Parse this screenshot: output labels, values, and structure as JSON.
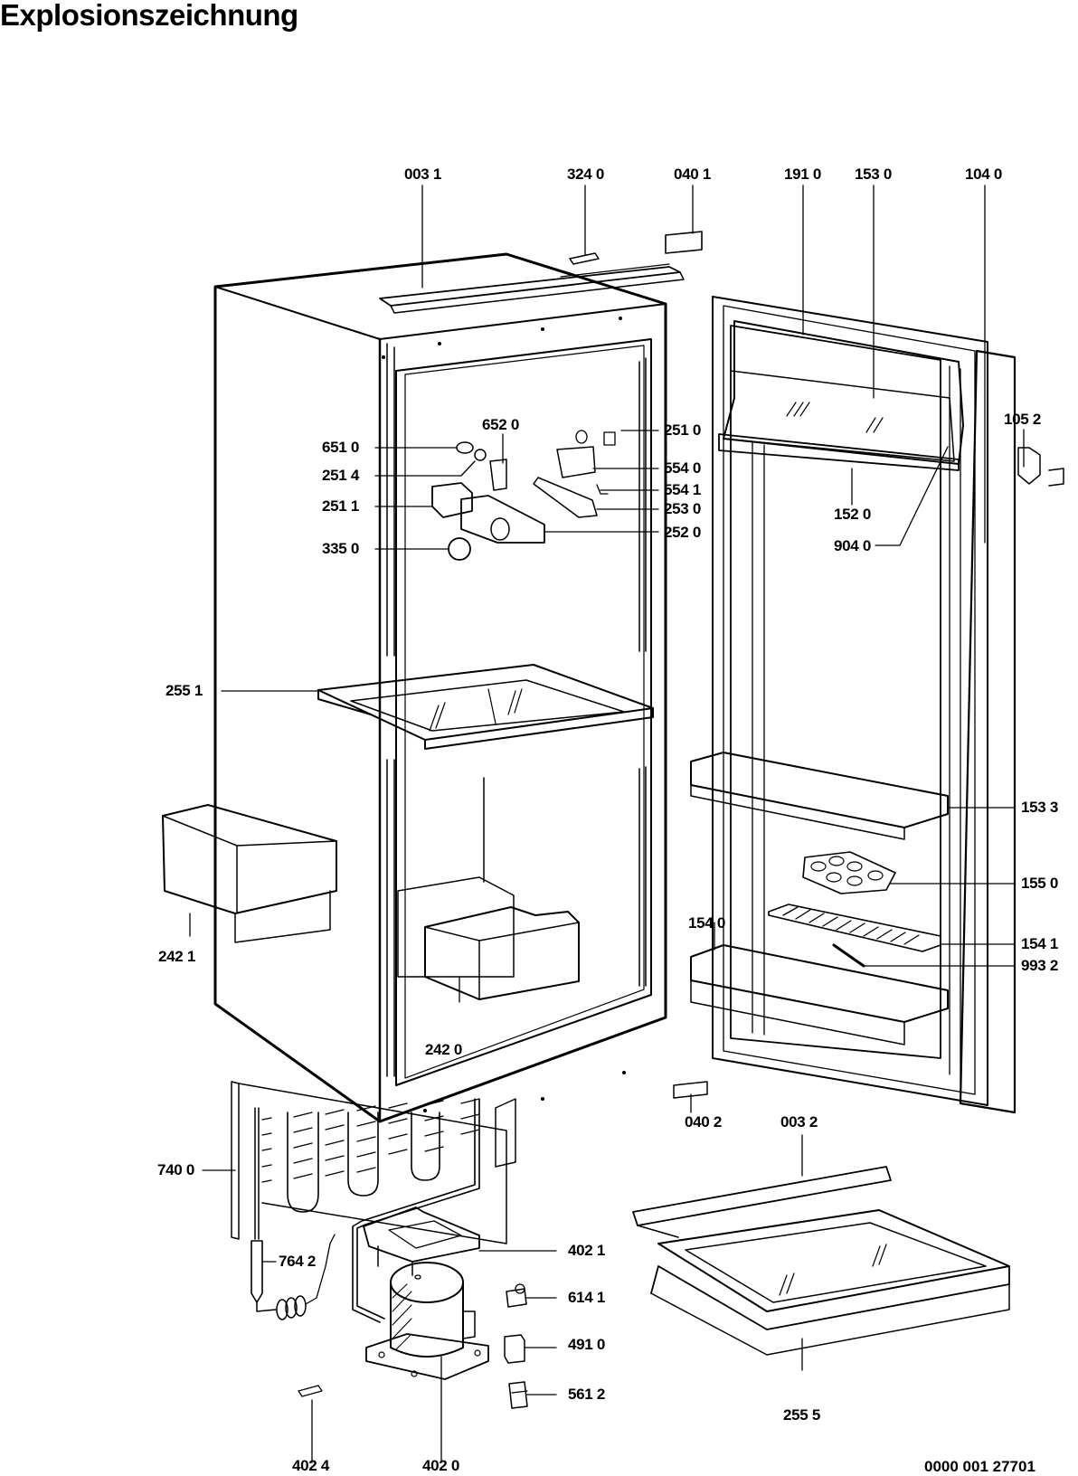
{
  "title": "Explosionszeichnung",
  "document_number": "0000 001 27701",
  "diagram": {
    "type": "exploded-view",
    "subject": "built-in refrigerator",
    "parts": [
      {
        "id": "p0031",
        "label": "003 1"
      },
      {
        "id": "p3240",
        "label": "324 0"
      },
      {
        "id": "p0401",
        "label": "040 1"
      },
      {
        "id": "p1910",
        "label": "191 0"
      },
      {
        "id": "p1530",
        "label": "153 0"
      },
      {
        "id": "p1040",
        "label": "104 0"
      },
      {
        "id": "p1052",
        "label": "105 2"
      },
      {
        "id": "p6520",
        "label": "652 0"
      },
      {
        "id": "p6510",
        "label": "651 0"
      },
      {
        "id": "p2514",
        "label": "251 4"
      },
      {
        "id": "p2511",
        "label": "251 1"
      },
      {
        "id": "p3350",
        "label": "335 0"
      },
      {
        "id": "p2510",
        "label": "251 0"
      },
      {
        "id": "p5540",
        "label": "554 0"
      },
      {
        "id": "p5541",
        "label": "554 1"
      },
      {
        "id": "p2530",
        "label": "253 0"
      },
      {
        "id": "p2520",
        "label": "252 0"
      },
      {
        "id": "p1520",
        "label": "152 0"
      },
      {
        "id": "p9040",
        "label": "904 0"
      },
      {
        "id": "p2551",
        "label": "255 1"
      },
      {
        "id": "p1533",
        "label": "153 3"
      },
      {
        "id": "p1550",
        "label": "155 0"
      },
      {
        "id": "p1540",
        "label": "154 0"
      },
      {
        "id": "p1541",
        "label": "154 1"
      },
      {
        "id": "p9932",
        "label": "993 2"
      },
      {
        "id": "p2421",
        "label": "242 1"
      },
      {
        "id": "p2420",
        "label": "242 0"
      },
      {
        "id": "p0402",
        "label": "040 2"
      },
      {
        "id": "p0032",
        "label": "003 2"
      },
      {
        "id": "p7400",
        "label": "740 0"
      },
      {
        "id": "p7642",
        "label": "764 2"
      },
      {
        "id": "p4021",
        "label": "402 1"
      },
      {
        "id": "p6141",
        "label": "614 1"
      },
      {
        "id": "p4910",
        "label": "491 0"
      },
      {
        "id": "p5612",
        "label": "561 2"
      },
      {
        "id": "p2555",
        "label": "255 5"
      },
      {
        "id": "p4024",
        "label": "402 4"
      },
      {
        "id": "p4020",
        "label": "402 0"
      }
    ]
  }
}
